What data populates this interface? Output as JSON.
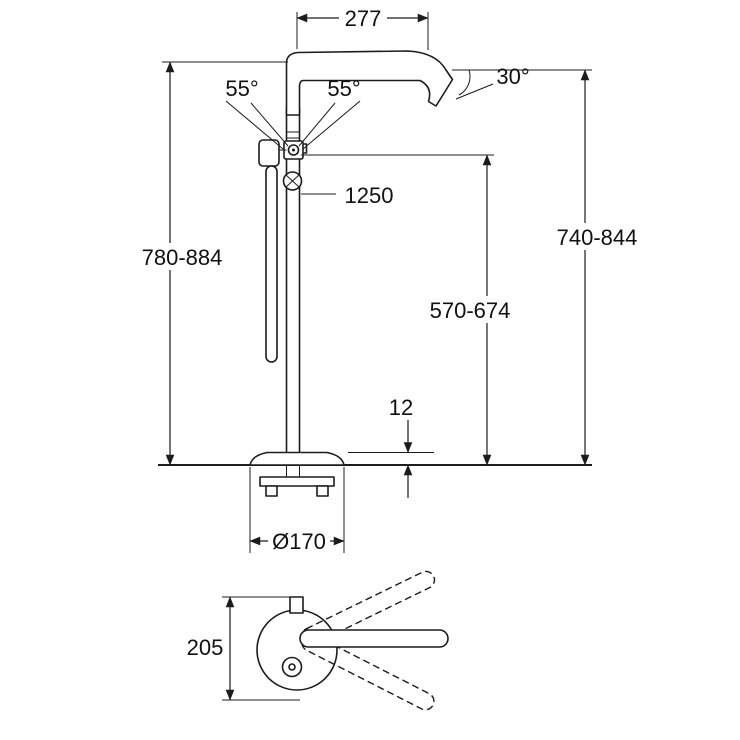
{
  "drawing": {
    "background": "#ffffff",
    "line_color": "#1c1c1c",
    "dims": {
      "spout_reach": "277",
      "handle_swing_left": "55°",
      "handle_swing_right": "55°",
      "spout_outlet_angle": "30°",
      "shower_hose_length": "1250",
      "height_overall": "780-884",
      "height_outlet": "740-844",
      "height_handle": "570-674",
      "base_plate_height": "12",
      "base_diameter": "Ø170",
      "top_view_depth": "205"
    }
  }
}
